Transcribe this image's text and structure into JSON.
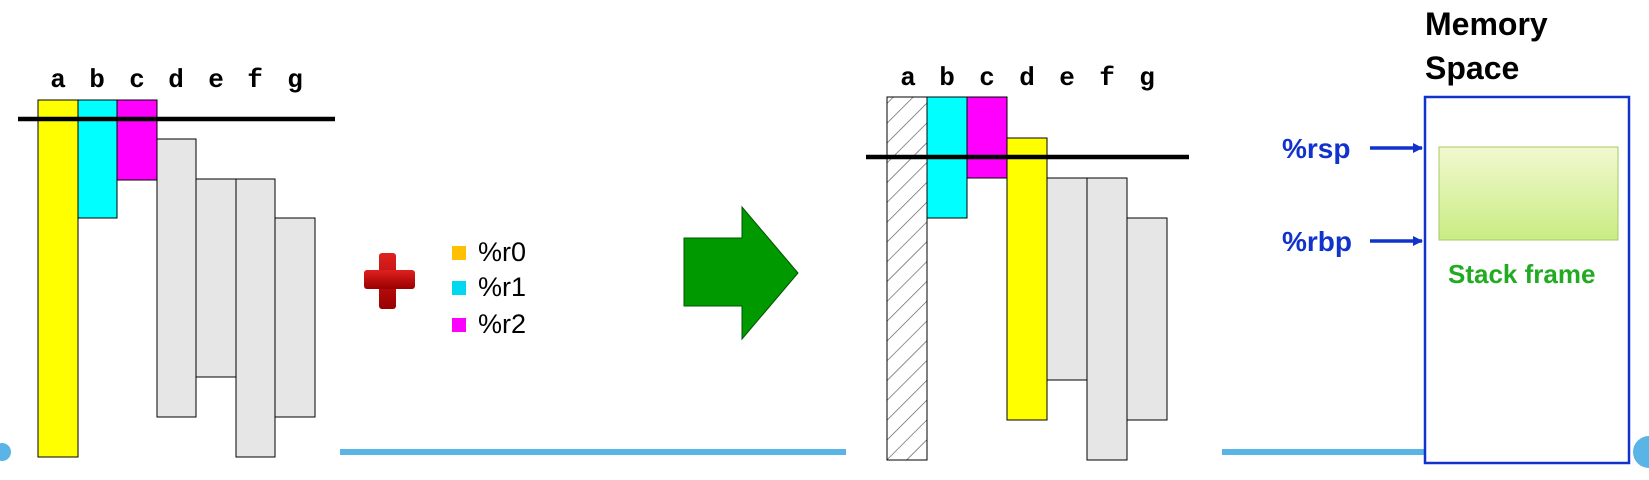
{
  "left_diagram": {
    "variables": [
      "a",
      "b",
      "c",
      "d",
      "e",
      "f",
      "g"
    ]
  },
  "legend": {
    "items": [
      {
        "label": "%r0",
        "color": "#ffc000"
      },
      {
        "label": "%r1",
        "color": "#00d8f0"
      },
      {
        "label": "%r2",
        "color": "#ff00ff"
      }
    ]
  },
  "right_diagram": {
    "variables": [
      "a",
      "b",
      "c",
      "d",
      "e",
      "f",
      "g"
    ]
  },
  "memory": {
    "title_line1": "Memory",
    "title_line2": "Space",
    "rsp_label": "%rsp",
    "rbp_label": "%rbp",
    "frame_label": "Stack frame"
  },
  "colors": {
    "yellow": "#ffff00",
    "cyan": "#00ffff",
    "magenta": "#ff00ff",
    "gray": "#e6e6e6",
    "plus_red": "#cc0000",
    "arrow_green": "#009900",
    "blue": "#1133cc",
    "frame_green": "#22aa22",
    "divider": "#5ab4e5"
  }
}
